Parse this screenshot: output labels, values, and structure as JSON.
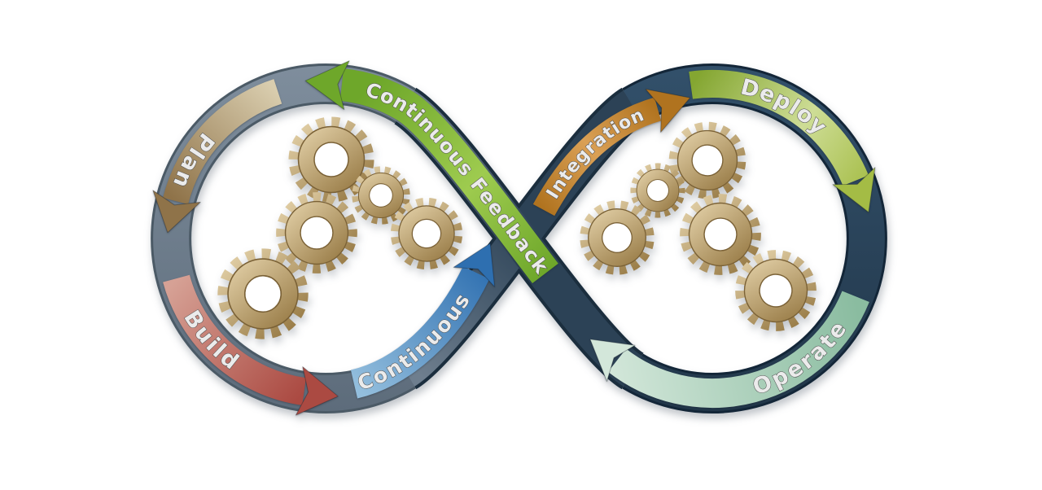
{
  "labels": {
    "plan": "Plan",
    "build": "Build",
    "continuous": "Continuous",
    "integration": "Integration",
    "deploy": "Deploy",
    "operate": "Operate",
    "continuous_feedback": "Continuous Feedback"
  },
  "gears": {
    "left_loop_count": 5,
    "right_loop_count": 5
  },
  "colors": {
    "background": "#ffffff",
    "left_ring_top": "#7e8d9c",
    "left_ring_bottom": "#5d6c7b",
    "right_ring_top": "#32506a",
    "right_ring_bottom": "#22374a",
    "band_gray": "#6e7e8e",
    "band_navy": "#2c4256",
    "plan_light": "#d9cdae",
    "plan_dark": "#8f7349",
    "build_light": "#d6a195",
    "build_dark": "#ab4a42",
    "continuous_light": "#93bedd",
    "continuous_dark": "#2e6fb0",
    "integration_light": "#daa055",
    "integration_dark": "#b0731f",
    "deploy_start": "#84a631",
    "deploy_mid": "#cedd96",
    "deploy_end": "#a4bc45",
    "operate_light": "#d3e7da",
    "operate_dark": "#8abca0",
    "feedback_dark": "#6ea72a",
    "feedback_mid": "#9ecb4f",
    "gear_light": "#e6d4ac",
    "gear_dark": "#92743e",
    "label_fill": "#ebebeb"
  }
}
